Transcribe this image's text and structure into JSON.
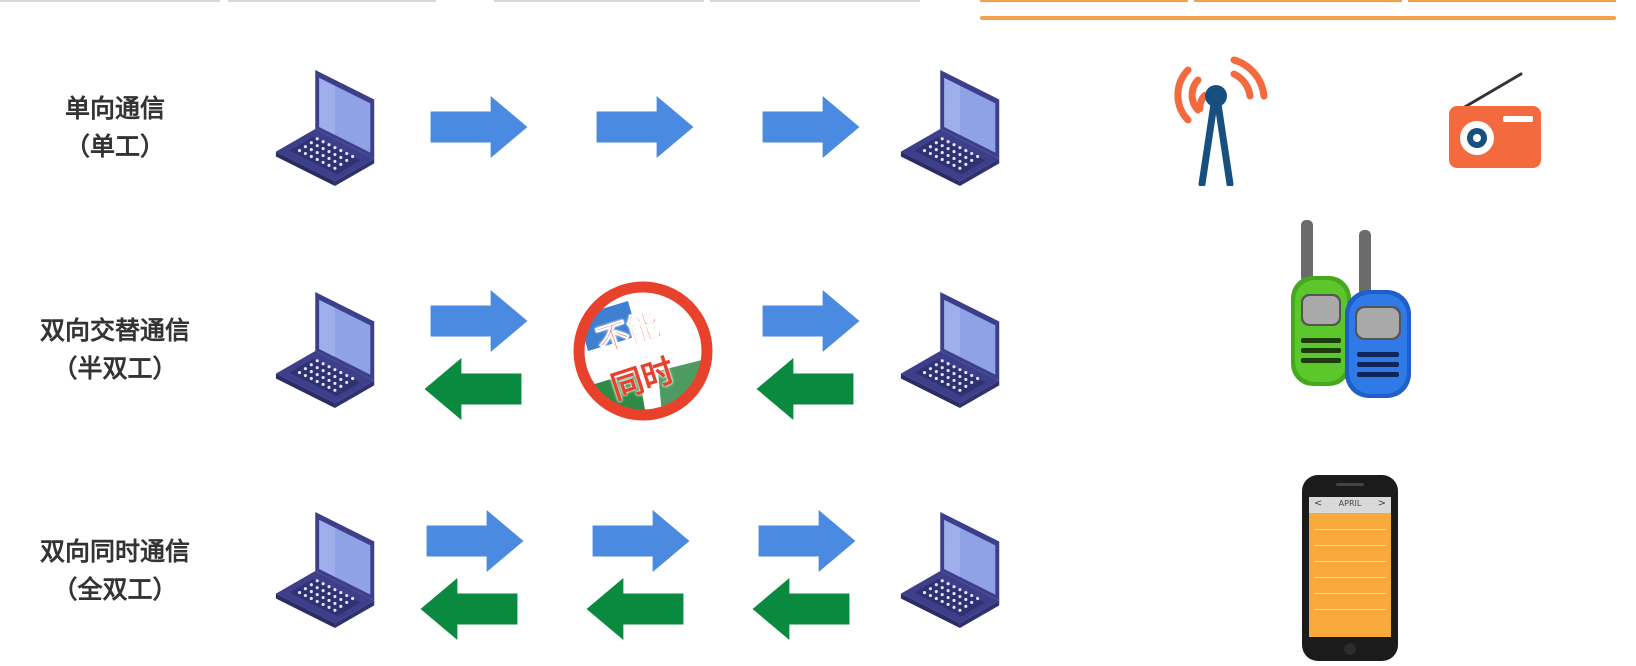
{
  "rows": [
    {
      "title": "单向通信",
      "subtitle": "（单工）"
    },
    {
      "title": "双向交替通信",
      "subtitle": "（半双工）"
    },
    {
      "title": "双向同时通信",
      "subtitle": "（全双工）"
    }
  ],
  "no_simultaneous_stamp": {
    "line1": "不能",
    "line2": "同时"
  },
  "phone_calendar": {
    "month": "APRIL",
    "prev": "<",
    "next": ">"
  },
  "colors": {
    "forward_arrow": "#4a8ae0",
    "backward_arrow": "#0a8a3e",
    "laptop_body": "#3d3f8a",
    "laptop_screen": "#8fa2e6",
    "accent_orange": "#f5a04a",
    "stamp_red": "#e8412c",
    "tower": "#17507f",
    "waves": "#f26a3d",
    "radio": "#f26a3d"
  }
}
